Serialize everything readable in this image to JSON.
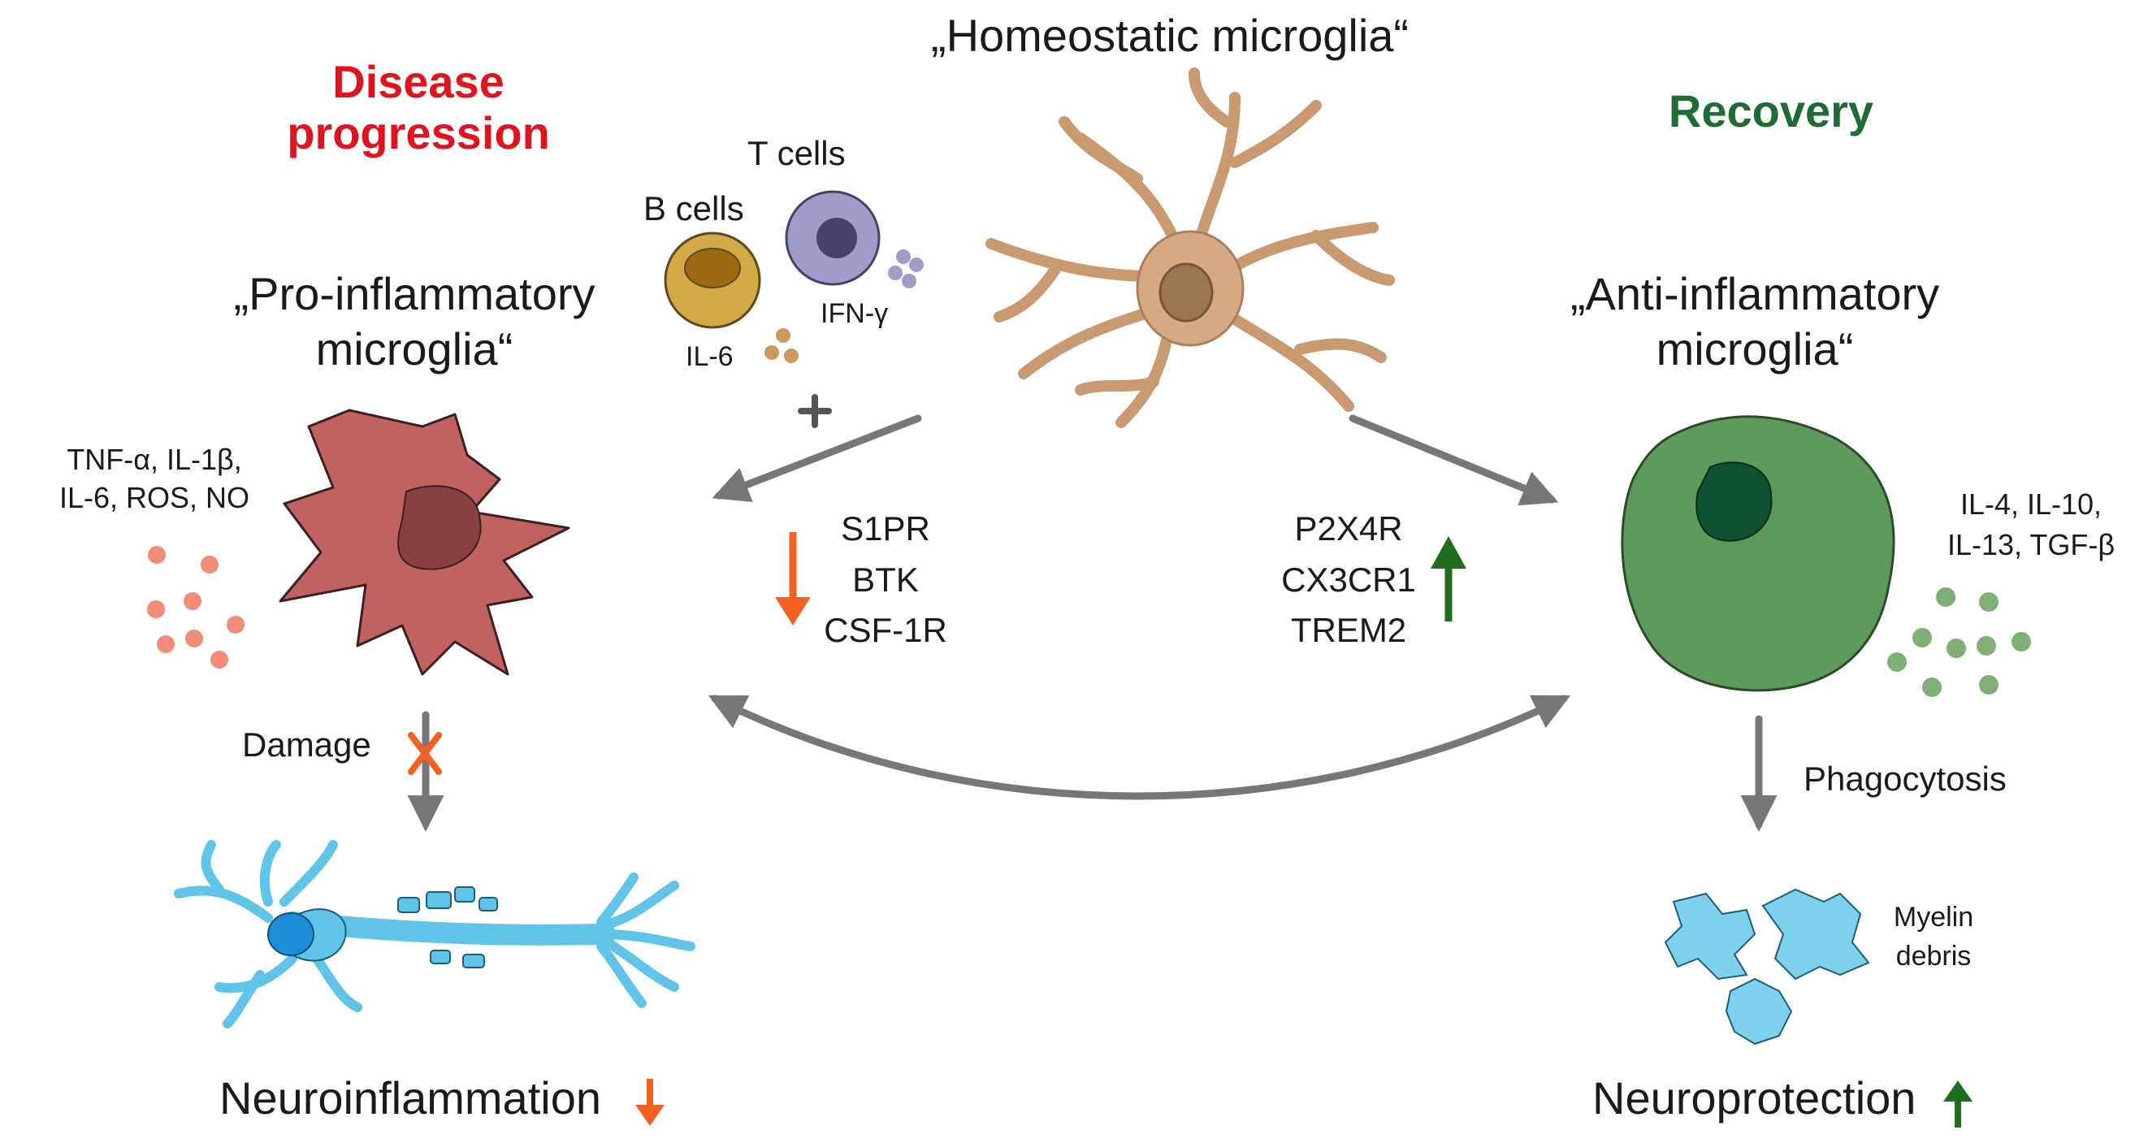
{
  "headers": {
    "disease": "Disease progression",
    "recovery": "Recovery",
    "homeostatic": "„Homeostatic microglia“"
  },
  "labels": {
    "pro_line1": "„Pro-inflammatory",
    "pro_line2": "microglia“",
    "anti_line1": "„Anti-inflammatory",
    "anti_line2": "microglia“",
    "t_cells": "T cells",
    "b_cells": "B cells",
    "ifn": "IFN-γ",
    "il6": "IL-6",
    "plus": "+",
    "pro_cytokines_1": "TNF-α, IL-1β,",
    "pro_cytokines_2": "IL-6, ROS, NO",
    "anti_cytokines_1": "IL-4, IL-10,",
    "anti_cytokines_2": "IL-13, TGF-β",
    "damage": "Damage",
    "phagocytosis": "Phagocytosis",
    "myelin_1": "Myelin",
    "myelin_2": "debris",
    "neuroinflammation": "Neuroinflammation",
    "neuroprotection": "Neuroprotection"
  },
  "receptors_down": [
    "S1PR",
    "BTK",
    "CSF-1R"
  ],
  "receptors_up": [
    "P2X4R",
    "CX3CR1",
    "TREM2"
  ],
  "colors": {
    "disease_red": "#e0141e",
    "recovery_green": "#1e6b33",
    "down_arrow": "#f26122",
    "up_arrow": "#1f6e1f",
    "pro_cell": "#c06262",
    "anti_cell": "#5e9a5c",
    "homeostatic_cell": "#d7a983",
    "neuron": "#5fc4e8",
    "gray_arrow": "#777777"
  }
}
